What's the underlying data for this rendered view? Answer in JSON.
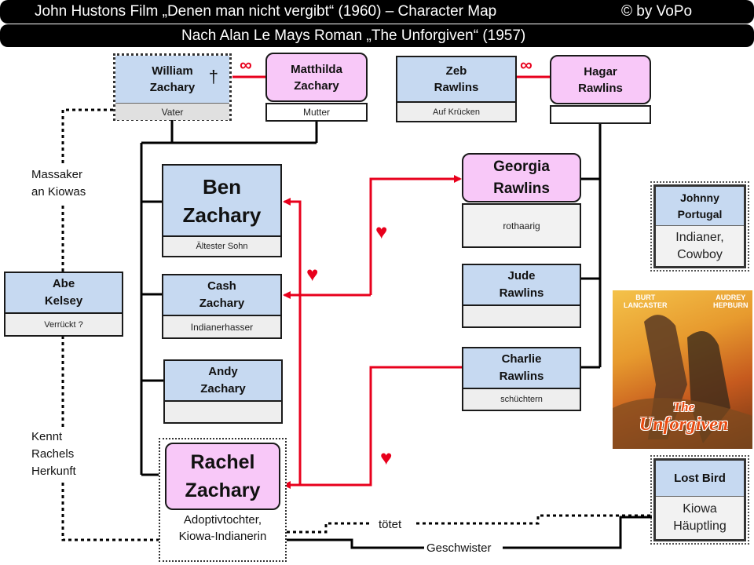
{
  "header": {
    "line1_left": "John Hustons Film „Denen man nicht vergibt“ (1960)  – Character Map",
    "line1_right": "©    by VoPo",
    "line2": "Nach Alan Le Mays Roman „The Unforgiven“ (1957)"
  },
  "characters": {
    "william": {
      "name1": "William",
      "name2": "Zachary",
      "desc": "Vater",
      "mark": "†"
    },
    "matthilda": {
      "name1": "Matthilda",
      "name2": "Zachary",
      "desc": "Mutter"
    },
    "zeb": {
      "name1": "Zeb",
      "name2": "Rawlins",
      "desc": "Auf Krücken"
    },
    "hagar": {
      "name1": "Hagar",
      "name2": "Rawlins",
      "desc": ""
    },
    "ben": {
      "name1": "Ben",
      "name2": "Zachary",
      "desc": "Ältester Sohn"
    },
    "cash": {
      "name1": "Cash",
      "name2": "Zachary",
      "desc": "Indianerhasser"
    },
    "andy": {
      "name1": "Andy",
      "name2": "Zachary",
      "desc": ""
    },
    "rachel": {
      "name1": "Rachel",
      "name2": "Zachary",
      "desc1": "Adoptivtochter,",
      "desc2": "Kiowa-Indianerin"
    },
    "georgia": {
      "name1": "Georgia",
      "name2": "Rawlins",
      "desc": "rothaarig"
    },
    "jude": {
      "name1": "Jude",
      "name2": "Rawlins",
      "desc": ""
    },
    "charlie": {
      "name1": "Charlie",
      "name2": "Rawlins",
      "desc": "schüchtern"
    },
    "abe": {
      "name1": "Abe",
      "name2": "Kelsey",
      "desc": "Verrückt ?"
    },
    "johnny": {
      "name1": "Johnny",
      "name2": "Portugal",
      "desc1": "Indianer,",
      "desc2": "Cowboy"
    },
    "lostbird": {
      "name1": "Lost Bird",
      "desc1": "Kiowa",
      "desc2": "Häuptling"
    }
  },
  "labels": {
    "massaker1": "Massaker",
    "massaker2": "an Kiowas",
    "kennt1": "Kennt",
    "kennt2": "Rachels",
    "kennt3": "Herkunft",
    "toetet": "tötet",
    "geschwister": "Geschwister",
    "marriage_symbol": "∞"
  },
  "poster": {
    "actor1a": "BURT",
    "actor1b": "LANCASTER",
    "actor2a": "AUDREY",
    "actor2b": "HEPBURN",
    "title1": "The",
    "title2": "Unforgiven"
  },
  "colors": {
    "blue_box": "#c6d9f1",
    "pink_box": "#f8c8f8",
    "love_line": "#e8001c"
  }
}
